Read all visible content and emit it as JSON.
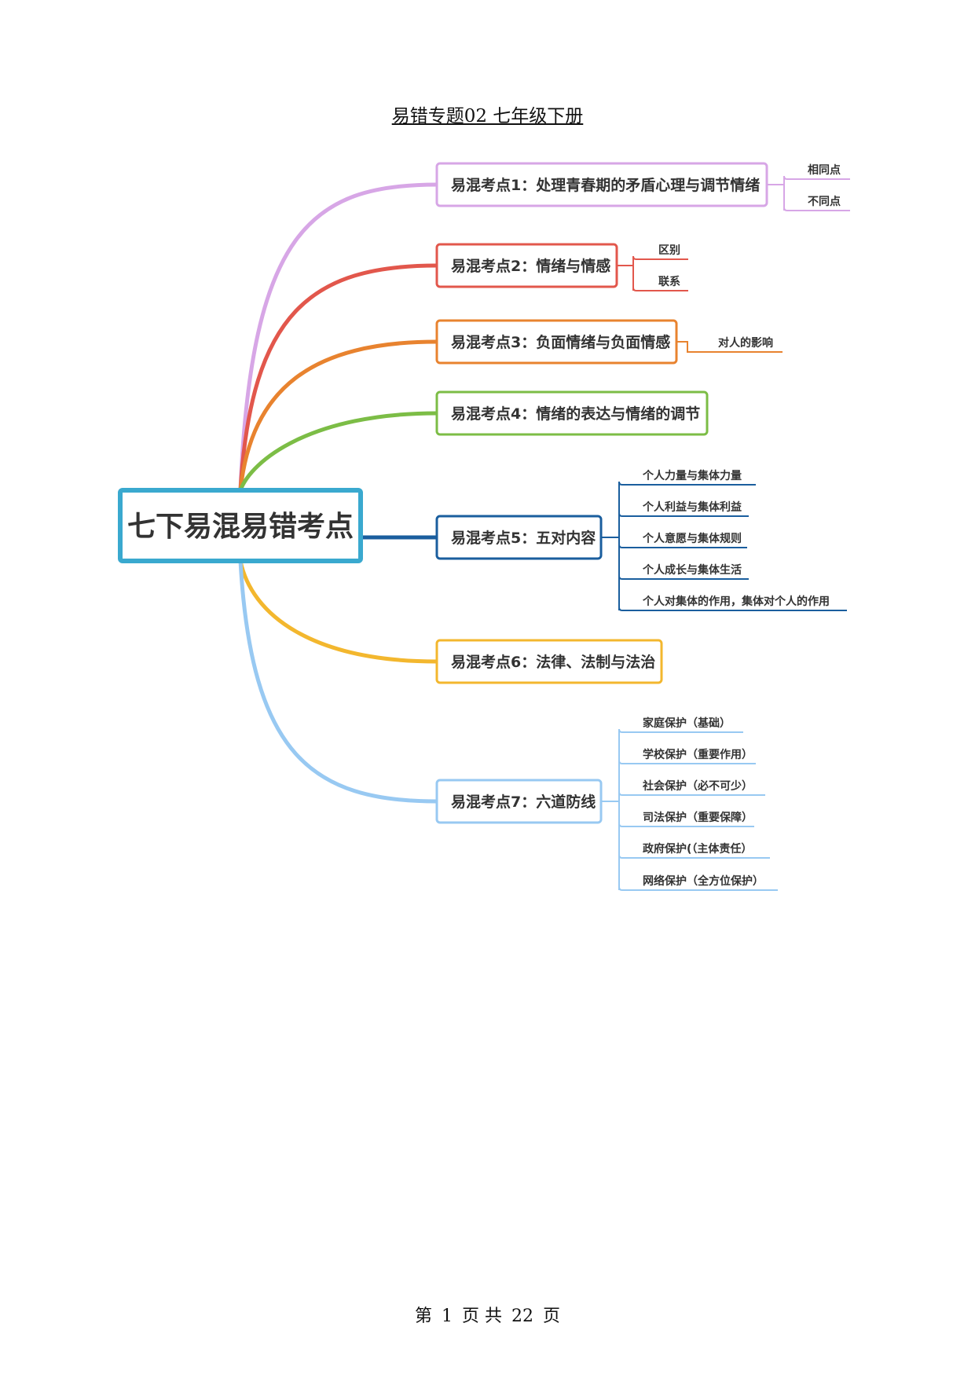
{
  "document": {
    "title": "易错专题02   七年级下册",
    "footer": {
      "prefix": "第",
      "page": "1",
      "mid": "页  共",
      "total": "22",
      "suffix": "页"
    }
  },
  "mindmap": {
    "central": {
      "label": "七下易混易错考点",
      "color": "#3aa9cf"
    },
    "topics": [
      {
        "label": "易混考点1：处理青春期的矛盾心理与调节情绪",
        "color": "#d7a6e6",
        "children": [
          "相同点",
          "不同点"
        ]
      },
      {
        "label": "易混考点2：情绪与情感",
        "color": "#e2574c",
        "children": [
          "区别",
          "联系"
        ]
      },
      {
        "label": "易混考点3：负面情绪与负面情感",
        "color": "#e8832f",
        "children": [
          "对人的影响"
        ]
      },
      {
        "label": "易混考点4：情绪的表达与情绪的调节",
        "color": "#7cbd46",
        "children": []
      },
      {
        "label": "易混考点5：五对内容",
        "color": "#1a5e9e",
        "children": [
          "个人力量与集体力量",
          "个人利益与集体利益",
          "个人意愿与集体规则",
          "个人成长与集体生活",
          "个人对集体的作用，集体对个人的作用"
        ]
      },
      {
        "label": "易混考点6：法律、法制与法治",
        "color": "#f3b72e",
        "children": []
      },
      {
        "label": "易混考点7：六道防线",
        "color": "#98c9f2",
        "children": [
          "家庭保护（基础）",
          "学校保护（重要作用）",
          "社会保护（必不可少）",
          "司法保护（重要保障）",
          "政府保护(（主体责任）",
          "网络保护（全方位保护）"
        ]
      }
    ]
  }
}
